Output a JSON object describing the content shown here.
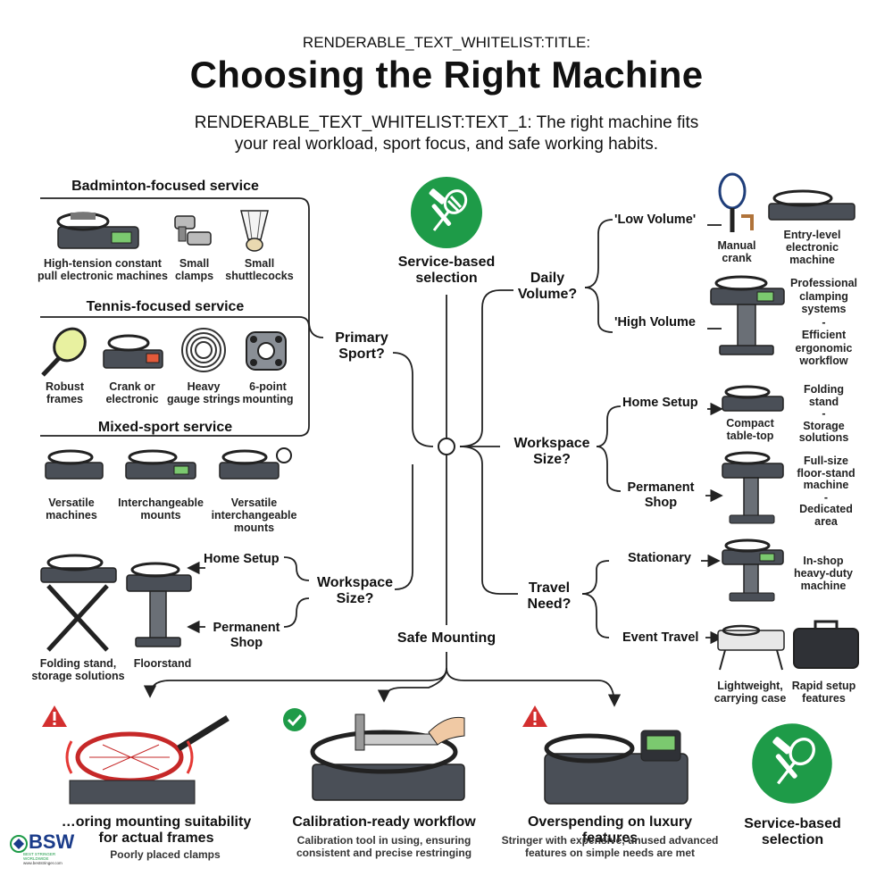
{
  "header": {
    "whitelist_title": "RENDERABLE_TEXT_WHITELIST:TITLE:",
    "title": "Choosing the Right Machine",
    "subtitle_line1": "RENDERABLE_TEXT_WHITELIST:TEXT_1: The right machine fits",
    "subtitle_line2": "your real workload, sport focus, and safe working habits."
  },
  "center": {
    "label_line1": "Service-based",
    "label_line2": "selection"
  },
  "left": {
    "badminton": {
      "heading": "Badminton-focused service",
      "items": [
        {
          "l1": "High-tension constant",
          "l2": "pull electronic machines"
        },
        {
          "l1": "Small",
          "l2": "clamps"
        },
        {
          "l1": "Small",
          "l2": "shuttlecocks"
        }
      ]
    },
    "tennis": {
      "heading": "Tennis-focused service",
      "items": [
        {
          "l1": "Robust",
          "l2": "frames"
        },
        {
          "l1": "Crank or",
          "l2": "electronic"
        },
        {
          "l1": "Heavy",
          "l2": "gauge strings"
        },
        {
          "l1": "6-point",
          "l2": "mounting"
        }
      ]
    },
    "mixed": {
      "heading": "Mixed-sport service",
      "items": [
        {
          "l1": "Versatile",
          "l2": "machines",
          "l3": ""
        },
        {
          "l1": "Interchangeable",
          "l2": "mounts",
          "l3": ""
        },
        {
          "l1": "Versatile",
          "l2": "interchangeable",
          "l3": "mounts"
        }
      ]
    },
    "primary_sport": {
      "l1": "Primary",
      "l2": "Sport?"
    },
    "workspace": {
      "node_l1": "Workspace",
      "node_l2": "Size?",
      "home": "Home Setup",
      "permanent_l1": "Permanent",
      "permanent_l2": "Shop",
      "folding_l1": "Folding stand,",
      "folding_l2": "storage solutions",
      "floorstand": "Floorstand"
    }
  },
  "right": {
    "volume": {
      "node_l1": "Daily",
      "node_l2": "Volume?",
      "low": "'Low Volume'",
      "high": "'High Volume",
      "manual_l1": "Manual",
      "manual_l2": "crank",
      "entry_l1": "Entry-level",
      "entry_l2": "electronic",
      "entry_l3": "machine",
      "pro_lines": [
        "Professional",
        "clamping",
        "systems",
        "-",
        "Efficient",
        "ergonomic",
        "workflow"
      ]
    },
    "workspace": {
      "node_l1": "Workspace",
      "node_l2": "Size?",
      "home": "Home Setup",
      "permanent_l1": "Permanent",
      "permanent_l2": "Shop",
      "compact_l1": "Compact",
      "compact_l2": "table-top",
      "folding_lines": [
        "Folding",
        "stand",
        "-",
        "Storage",
        "solutions"
      ],
      "full_lines": [
        "Full-size",
        "floor-stand",
        "machine",
        "-",
        "Dedicated",
        "area"
      ]
    },
    "travel": {
      "node_l1": "Travel",
      "node_l2": "Need?",
      "stationary": "Stationary",
      "event": "Event Travel",
      "inshop_l1": "In-shop",
      "inshop_l2": "heavy-duty",
      "inshop_l3": "machine",
      "light_l1": "Lightweight,",
      "light_l2": "carrying case",
      "rapid_l1": "Rapid setup",
      "rapid_l2": "features"
    }
  },
  "safe": {
    "label": "Safe Mounting",
    "items": [
      {
        "title_l1": "…oring mounting suitability",
        "title_l2": "for actual frames",
        "desc_l1": "Poorly placed clamps",
        "desc_l2": ""
      },
      {
        "title_l1": "Calibration-ready workflow",
        "title_l2": "",
        "desc_l1": "Calibration tool in using, ensuring",
        "desc_l2": "consistent and precise restringing"
      },
      {
        "title_l1": "Overspending on luxury features",
        "title_l2": "",
        "desc_l1": "Stringer with expensive, unused advanced",
        "desc_l2": "features on simple needs are met"
      }
    ],
    "badge_l1": "Service-based",
    "badge_l2": "selection"
  },
  "logo": {
    "text": "BSW",
    "tagline": "BEST STRINGER WORLDWIDE",
    "url": "www.beststringer.com"
  },
  "colors": {
    "green": "#1e9b48",
    "red": "#d32f2f",
    "line": "#222222",
    "machine": "#4a4f57"
  }
}
